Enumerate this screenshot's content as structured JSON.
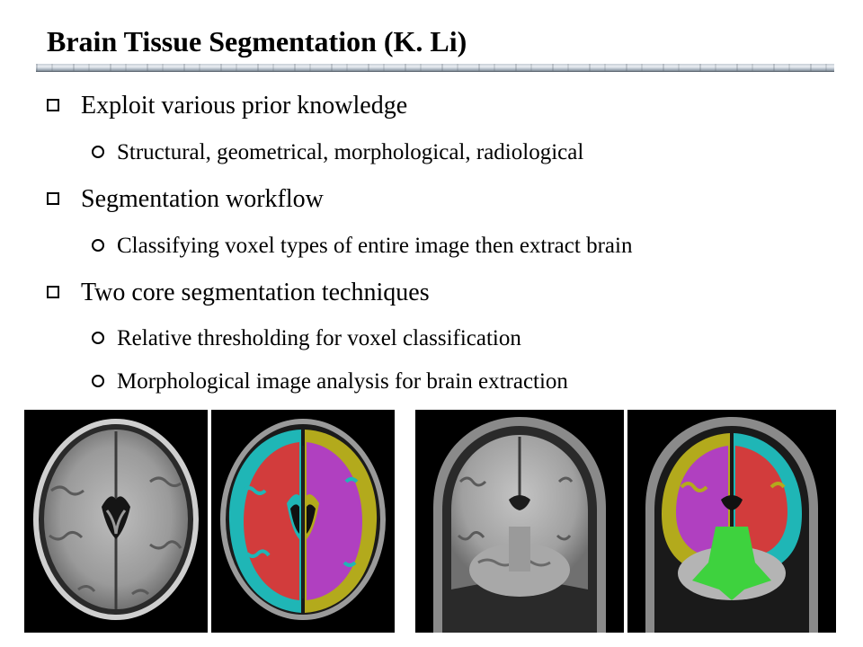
{
  "slide": {
    "title": "Brain Tissue Segmentation (K. Li)",
    "bullets": [
      {
        "text": "Exploit various prior knowledge",
        "sub": [
          "Structural, geometrical, morphological, radiological"
        ]
      },
      {
        "text": "Segmentation workflow",
        "sub": [
          "Classifying voxel types of entire image then extract brain"
        ]
      },
      {
        "text": "Two core segmentation techniques",
        "sub": [
          "Relative thresholding for voxel classification",
          "Morphological image analysis for brain extraction"
        ]
      }
    ]
  },
  "images": [
    {
      "view": "axial",
      "kind": "mri"
    },
    {
      "view": "axial",
      "kind": "segmentation"
    },
    {
      "view": "coronal",
      "kind": "mri"
    },
    {
      "view": "coronal",
      "kind": "segmentation"
    }
  ],
  "colors": {
    "cyan": "#1fb6b6",
    "red": "#d23c3c",
    "magenta": "#b040c0",
    "olive": "#b3aa1c",
    "green": "#3ed23e",
    "gray": "#b4b4b4"
  }
}
